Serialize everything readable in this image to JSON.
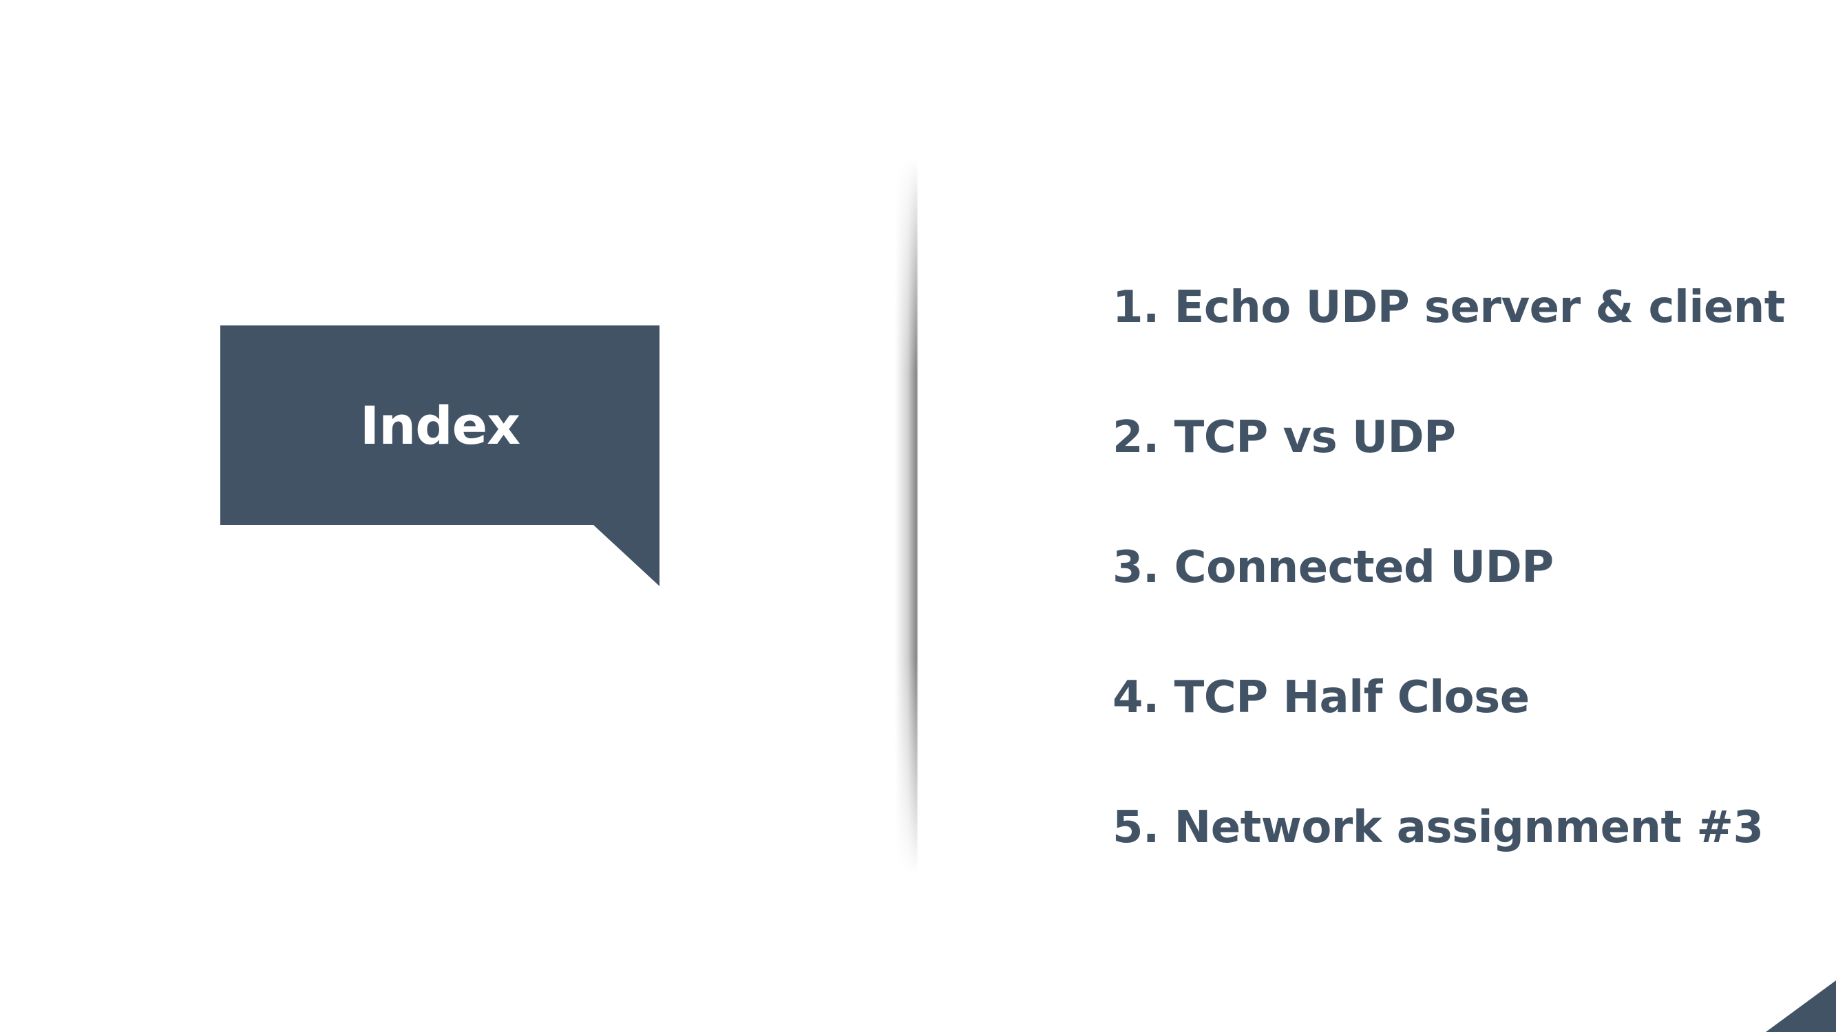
{
  "title": {
    "text": "Index"
  },
  "items": [
    {
      "label": "1. Echo UDP server & client"
    },
    {
      "label": "2. TCP vs UDP"
    },
    {
      "label": "3. Connected UDP"
    },
    {
      "label": "4. TCP Half Close"
    },
    {
      "label": "5. Network assignment #3"
    }
  ],
  "colors": {
    "accent": "#435366",
    "background": "#ffffff",
    "title_text": "#ffffff"
  }
}
